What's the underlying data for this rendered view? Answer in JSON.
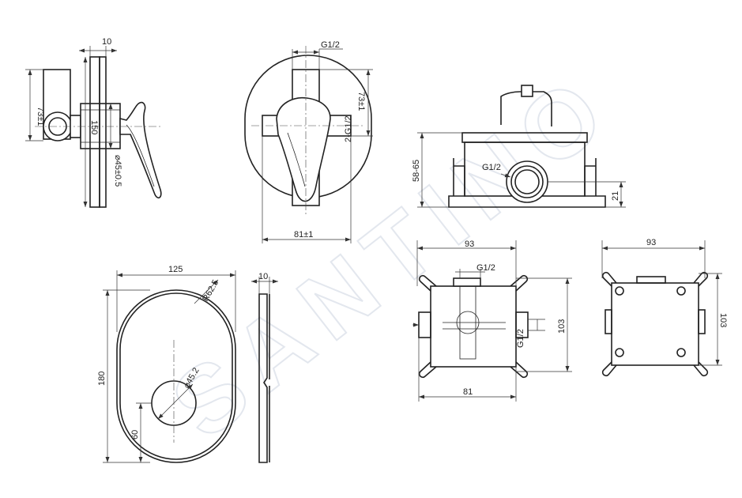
{
  "watermark": "SANTINO",
  "colors": {
    "line": "#222222",
    "watermark": "#e3e7ee",
    "background": "#ffffff"
  },
  "views": {
    "side": {
      "dim_top": "10",
      "dim_height": "73±1",
      "dim_plate": "150",
      "dim_diameter": "⌀45±0.5"
    },
    "front": {
      "dim_thread_top": "G1/2",
      "dim_height": "73±1",
      "dim_thread_side": "2-G1/2",
      "dim_width": "81±1"
    },
    "box_side": {
      "dim_height": "58-65",
      "label_thread": "G1/2",
      "dim_offset": "21"
    },
    "plate": {
      "dim_width": "125",
      "dim_radius": "R62.5",
      "dim_height": "180",
      "dim_diameter": "⌀45.2",
      "dim_center": "60",
      "dim_thickness": "10"
    },
    "box_top": {
      "dim_width": "93",
      "label_thread_top": "G1/2",
      "dim_height": "103",
      "label_thread_side": "G1/2",
      "dim_bottom": "81"
    },
    "box_back": {
      "dim_width": "93",
      "dim_height": "103"
    }
  }
}
